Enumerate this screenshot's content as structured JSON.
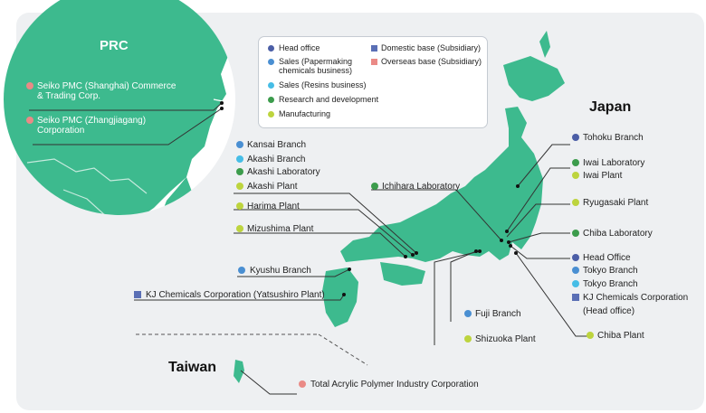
{
  "colors": {
    "land": "#3dba8e",
    "background": "#eef0f2",
    "head_office": "#4b5ea6",
    "sales_paper": "#4a8fd2",
    "sales_resins": "#46bde6",
    "research": "#3c9c4c",
    "manufacturing": "#bdd43e",
    "domestic_base": "#5a6fb5",
    "overseas_base": "#ea8a86"
  },
  "regions": {
    "prc": "PRC",
    "japan": "Japan",
    "taiwan": "Taiwan"
  },
  "legend": {
    "head_office": "Head office",
    "sales_paper": "Sales (Papermaking chemicals business)",
    "sales_resins": "Sales (Resins business)",
    "research": "Research and development",
    "manufacturing": "Manufacturing",
    "domestic_base": "Domestic base (Subsidiary)",
    "overseas_base": "Overseas base (Subsidiary)"
  },
  "overseas": {
    "shanghai": "Seiko PMC (Shanghai) Commerce & Trading Corp.",
    "zhangjiagang": "Seiko PMC (Zhangjiagang) Corporation",
    "taiwan": "Total Acrylic Polymer Industry Corporation"
  },
  "west": {
    "kansai_branch": "Kansai Branch",
    "akashi_branch": "Akashi Branch",
    "akashi_lab": "Akashi Laboratory",
    "akashi_plant": "Akashi Plant",
    "harima_plant": "Harima Plant",
    "mizushima_plant": "Mizushima Plant",
    "kyushu_branch": "Kyushu Branch",
    "kj_yatsushiro": "KJ Chemicals Corporation (Yatsushiro Plant)",
    "ichihara_lab": "Ichihara Laboratory",
    "fuji_branch": "Fuji Branch",
    "shizuoka_plant": "Shizuoka Plant"
  },
  "east": {
    "tohoku_branch": "Tohoku Branch",
    "iwai_lab": "Iwai Laboratory",
    "iwai_plant": "Iwai Plant",
    "ryugasaki_plant": "Ryugasaki Plant",
    "chiba_lab": "Chiba Laboratory",
    "head_office": "Head Office",
    "tokyo_branch_1": "Tokyo Branch",
    "tokyo_branch_2": "Tokyo Branch",
    "kj_head_1": "KJ Chemicals Corporation",
    "kj_head_2": "(Head office)",
    "chiba_plant": "Chiba Plant"
  }
}
